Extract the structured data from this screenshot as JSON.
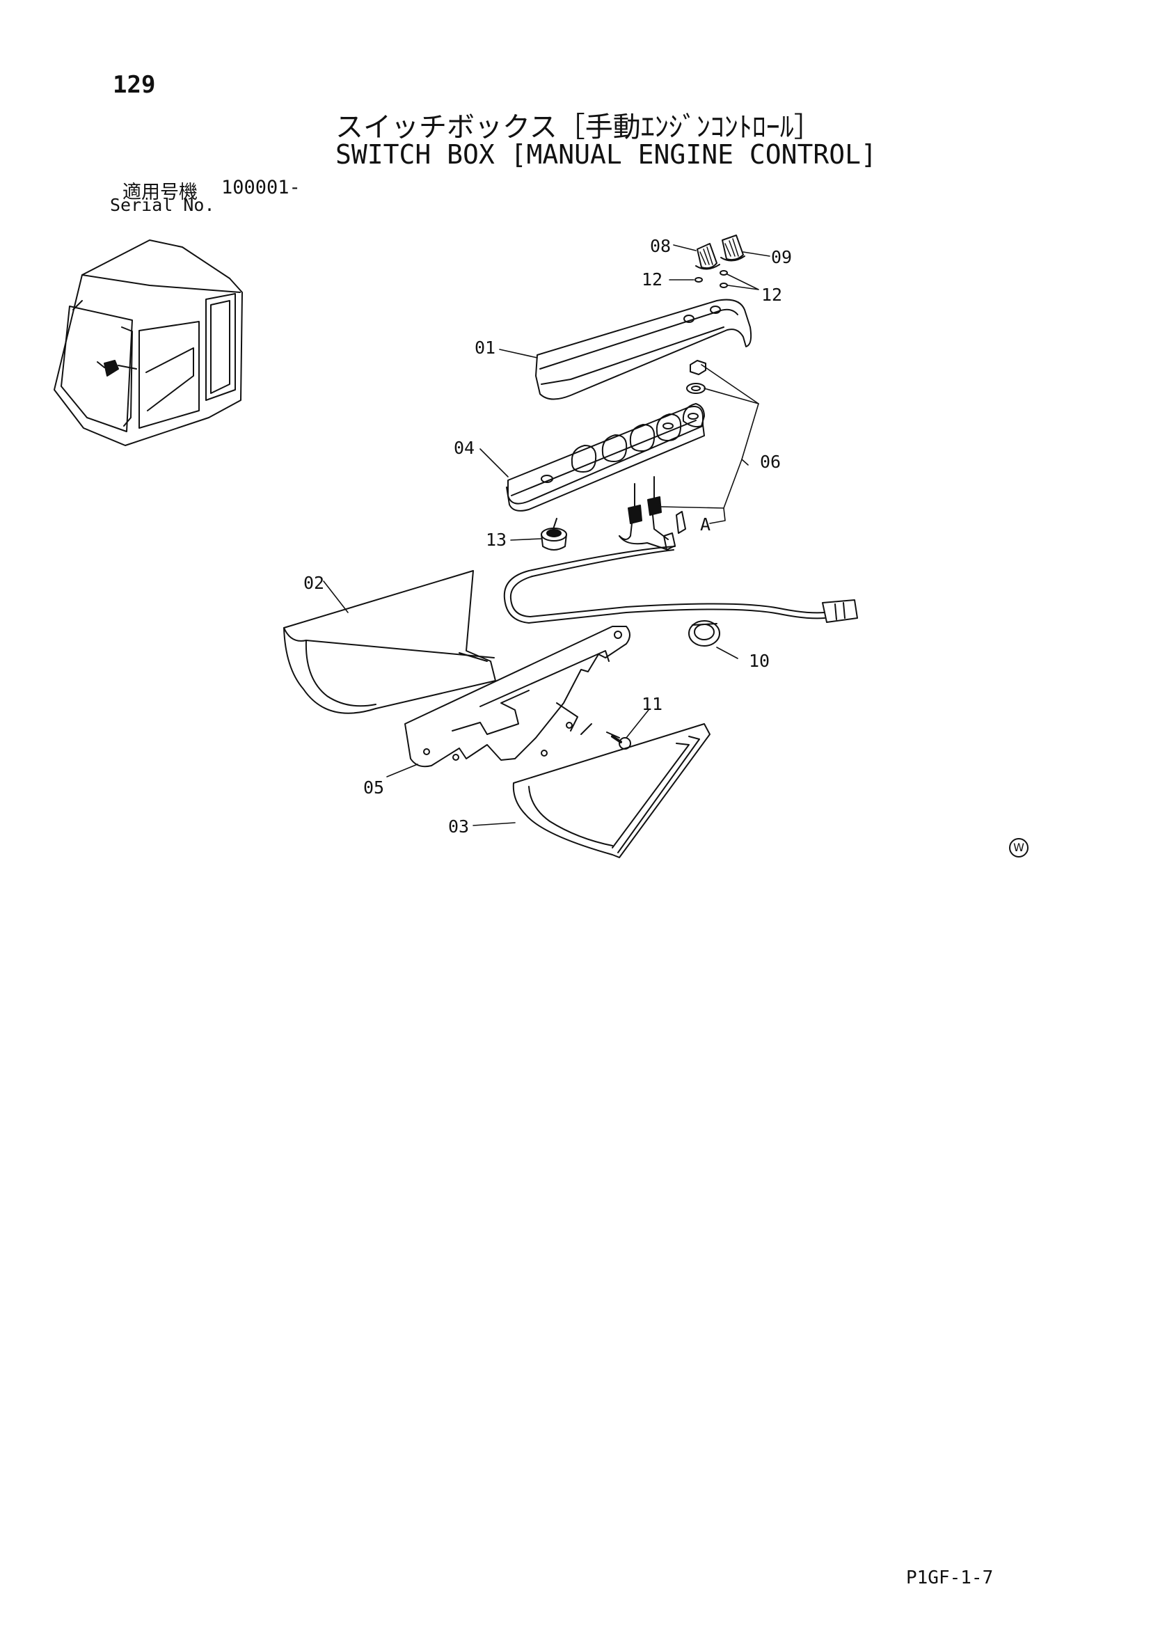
{
  "page": {
    "number": "129",
    "title_ja": "スイッチボックス［手動ｴﾝｼﾞﾝｺﾝﾄﾛｰﾙ］",
    "title_en": "SWITCH BOX [MANUAL ENGINE CONTROL]",
    "serial_label_ja": "適用号機",
    "serial_label_en": "Serial No.",
    "serial_value": "100001-",
    "code": "P1GF-1-7",
    "mark": "W"
  },
  "callouts": {
    "c01": "01",
    "c02": "02",
    "c03": "03",
    "c04": "04",
    "c05": "05",
    "c06": "06",
    "c08": "08",
    "c09": "09",
    "c10": "10",
    "c11": "11",
    "c12a": "12",
    "c12b": "12",
    "c13": "13",
    "cA": "A"
  }
}
